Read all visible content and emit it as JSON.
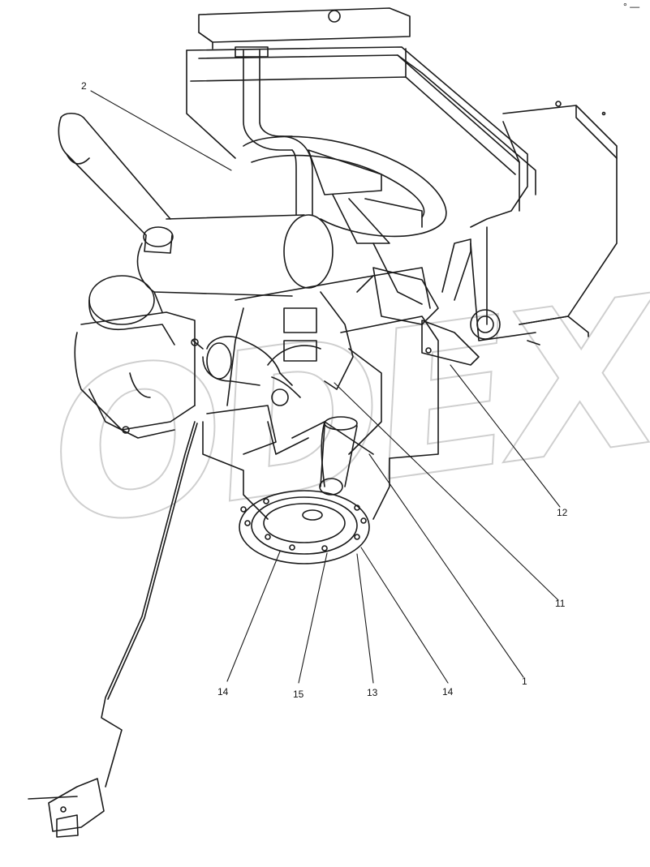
{
  "watermark": {
    "text": "ODEX",
    "color": "#cfcfcf"
  },
  "corner_mark": "° —",
  "callouts": [
    {
      "id": "c2",
      "label": "2"
    },
    {
      "id": "c12",
      "label": "12"
    },
    {
      "id": "c11",
      "label": "11"
    },
    {
      "id": "c1",
      "label": "1"
    },
    {
      "id": "c14a",
      "label": "14"
    },
    {
      "id": "c15",
      "label": "15"
    },
    {
      "id": "c13",
      "label": "13"
    },
    {
      "id": "c14b",
      "label": "14"
    }
  ],
  "colors": {
    "line": "#1a1a1a",
    "background": "#ffffff"
  }
}
